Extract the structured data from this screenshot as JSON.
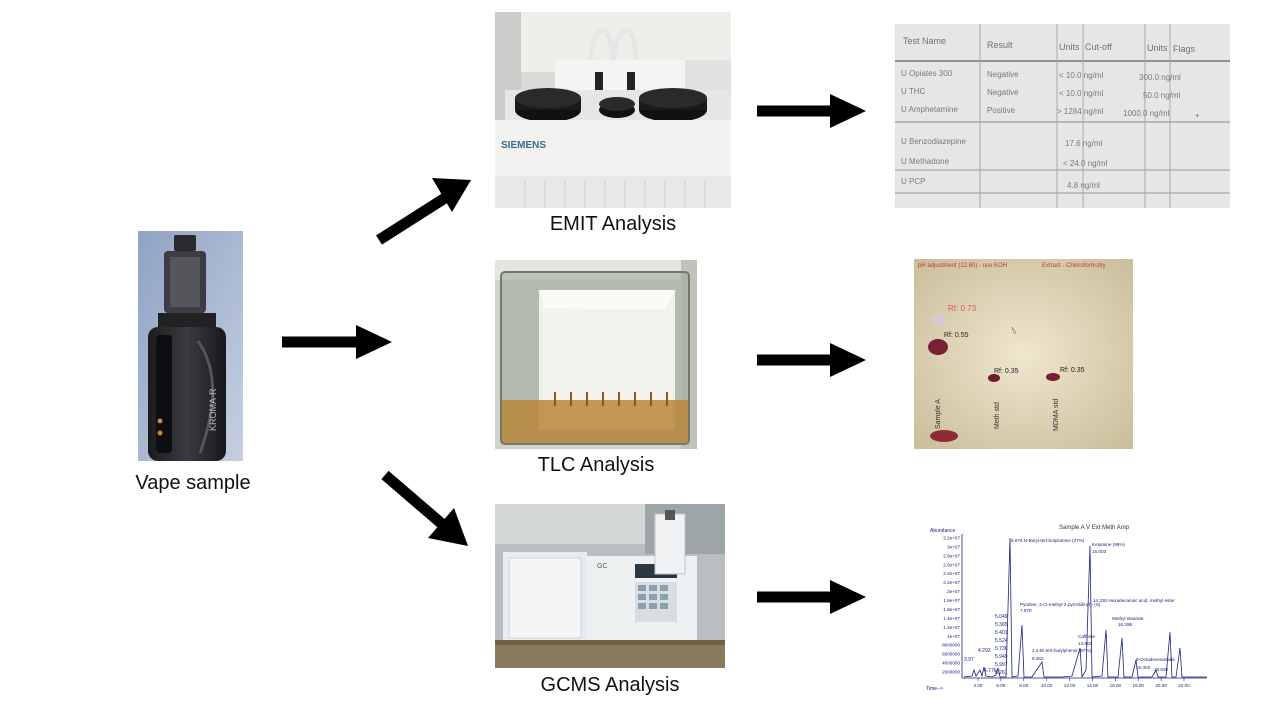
{
  "captions": {
    "vape": "Vape sample",
    "emit": "EMIT Analysis",
    "tlc": "TLC Analysis",
    "gcms": "GCMS Analysis"
  },
  "vape_device": {
    "brand_text": "KROMA-R"
  },
  "emit_instrument": {
    "brand_text": "SIEMENS"
  },
  "emit_result": {
    "headers": [
      "Test Name",
      "Result",
      "Units",
      "Cut-off",
      "Units",
      "Flags"
    ],
    "rows": [
      [
        "U Opiates 300",
        "Negative",
        "< 10.0 ng/ml",
        "300.0 ng/ml",
        ""
      ],
      [
        "U THC",
        "Negative",
        "< 10.0 ng/ml",
        "50.0 ng/ml",
        ""
      ],
      [
        "U Amphetamine",
        "Positive",
        "> 1284 ng/ml",
        "1000.0 ng/ml",
        "+"
      ],
      [
        "U Benzodiazepine",
        "",
        "17.6 ng/ml",
        "",
        ""
      ],
      [
        "U Methadone",
        "",
        "< 24.0 ng/ml",
        "",
        ""
      ],
      [
        "U PCP",
        "",
        "4.8 ng/ml",
        "",
        ""
      ]
    ]
  },
  "tlc_result": {
    "header_left": "pH adjustment (12.80) - use KOH",
    "header_right": "Extract - Chloroform:dry",
    "spots": [
      {
        "label": "Rf: 0.73"
      },
      {
        "label": "Rf: 0.55"
      },
      {
        "label": "Rf: 0.35"
      },
      {
        "label": "Rf: 0.35"
      }
    ],
    "lanes": [
      "Sample A",
      "Meth std",
      "MDMA std"
    ]
  },
  "gcms_result": {
    "title": "Sample A V Ext Meth Amp",
    "ylabel": "Abundance",
    "xlabel": "Time-->",
    "y_ticks": [
      "3.2e+07",
      "3e+07",
      "2.8e+07",
      "2.6e+07",
      "2.4e+07",
      "2.2e+07",
      "2e+07",
      "1.8e+07",
      "1.6e+07",
      "1.4e+07",
      "1.2e+07",
      "1e+07",
      "8000000",
      "6000000",
      "4000000",
      "2000000"
    ],
    "x_ticks": [
      "4.00",
      "6.00",
      "8.00",
      "10.00",
      "12.00",
      "14.00",
      "16.00",
      "18.00",
      "20.00",
      "22.00"
    ],
    "peak_labels": [
      {
        "text": "8.676 N-Butyl-tert-butylamine (37%)"
      },
      {
        "text": "Ketamine (99%)"
      },
      {
        "text": "15.003"
      },
      {
        "text": "14.330 Hexadecanoic acid, methyl ester"
      },
      {
        "text": "Pyridine, 3-(1-methyl-2-pyrrolidinyl)- (S)"
      },
      {
        "text": "7.878"
      },
      {
        "text": "Methyl stearate"
      },
      {
        "text": "16.295"
      },
      {
        "text": "Caffeine"
      },
      {
        "text": "13.601"
      },
      {
        "text": "2,4-Di-tert-butylphenol (97%)"
      },
      {
        "text": "9.462"
      },
      {
        "text": "9-Octadecenamide"
      },
      {
        "text": "19.303"
      },
      {
        "text": "19.938"
      }
    ],
    "time_labels": [
      "5.049",
      "5.365",
      "5.401",
      "5.524",
      "5.736",
      "5.949",
      "5.997",
      "6.261",
      "4.293",
      "3.97",
      "4.776"
    ]
  }
}
